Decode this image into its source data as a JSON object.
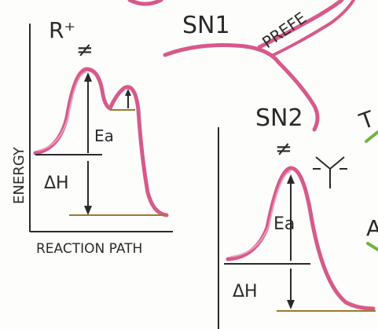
{
  "colors": {
    "ink": "#2a2a2a",
    "curve": "#d65a8a",
    "curve_light": "#ea9dbd",
    "baseline": "#9c7a2e",
    "green_mark": "#6fb43c"
  },
  "labels": {
    "sn1": "SN1",
    "sn2": "SN2",
    "prefix_fragment": "PREFE",
    "carbocation": "R⁺",
    "ts_symbol": "≠",
    "y_axis": "ENERGY",
    "x_axis": "REACTION PATH",
    "ea_left": "Ea",
    "dh_left": "ΔH",
    "ea_right": "Ea",
    "dh_right": "ΔH",
    "ts_right": "≠",
    "edge_fragment_t": "T",
    "edge_fragment_a": "A"
  },
  "icons": {
    "trigonal_structure": "y-shaped-structure-icon",
    "arrow_up": "arrow-up-icon",
    "arrow_down": "arrow-down-icon"
  }
}
